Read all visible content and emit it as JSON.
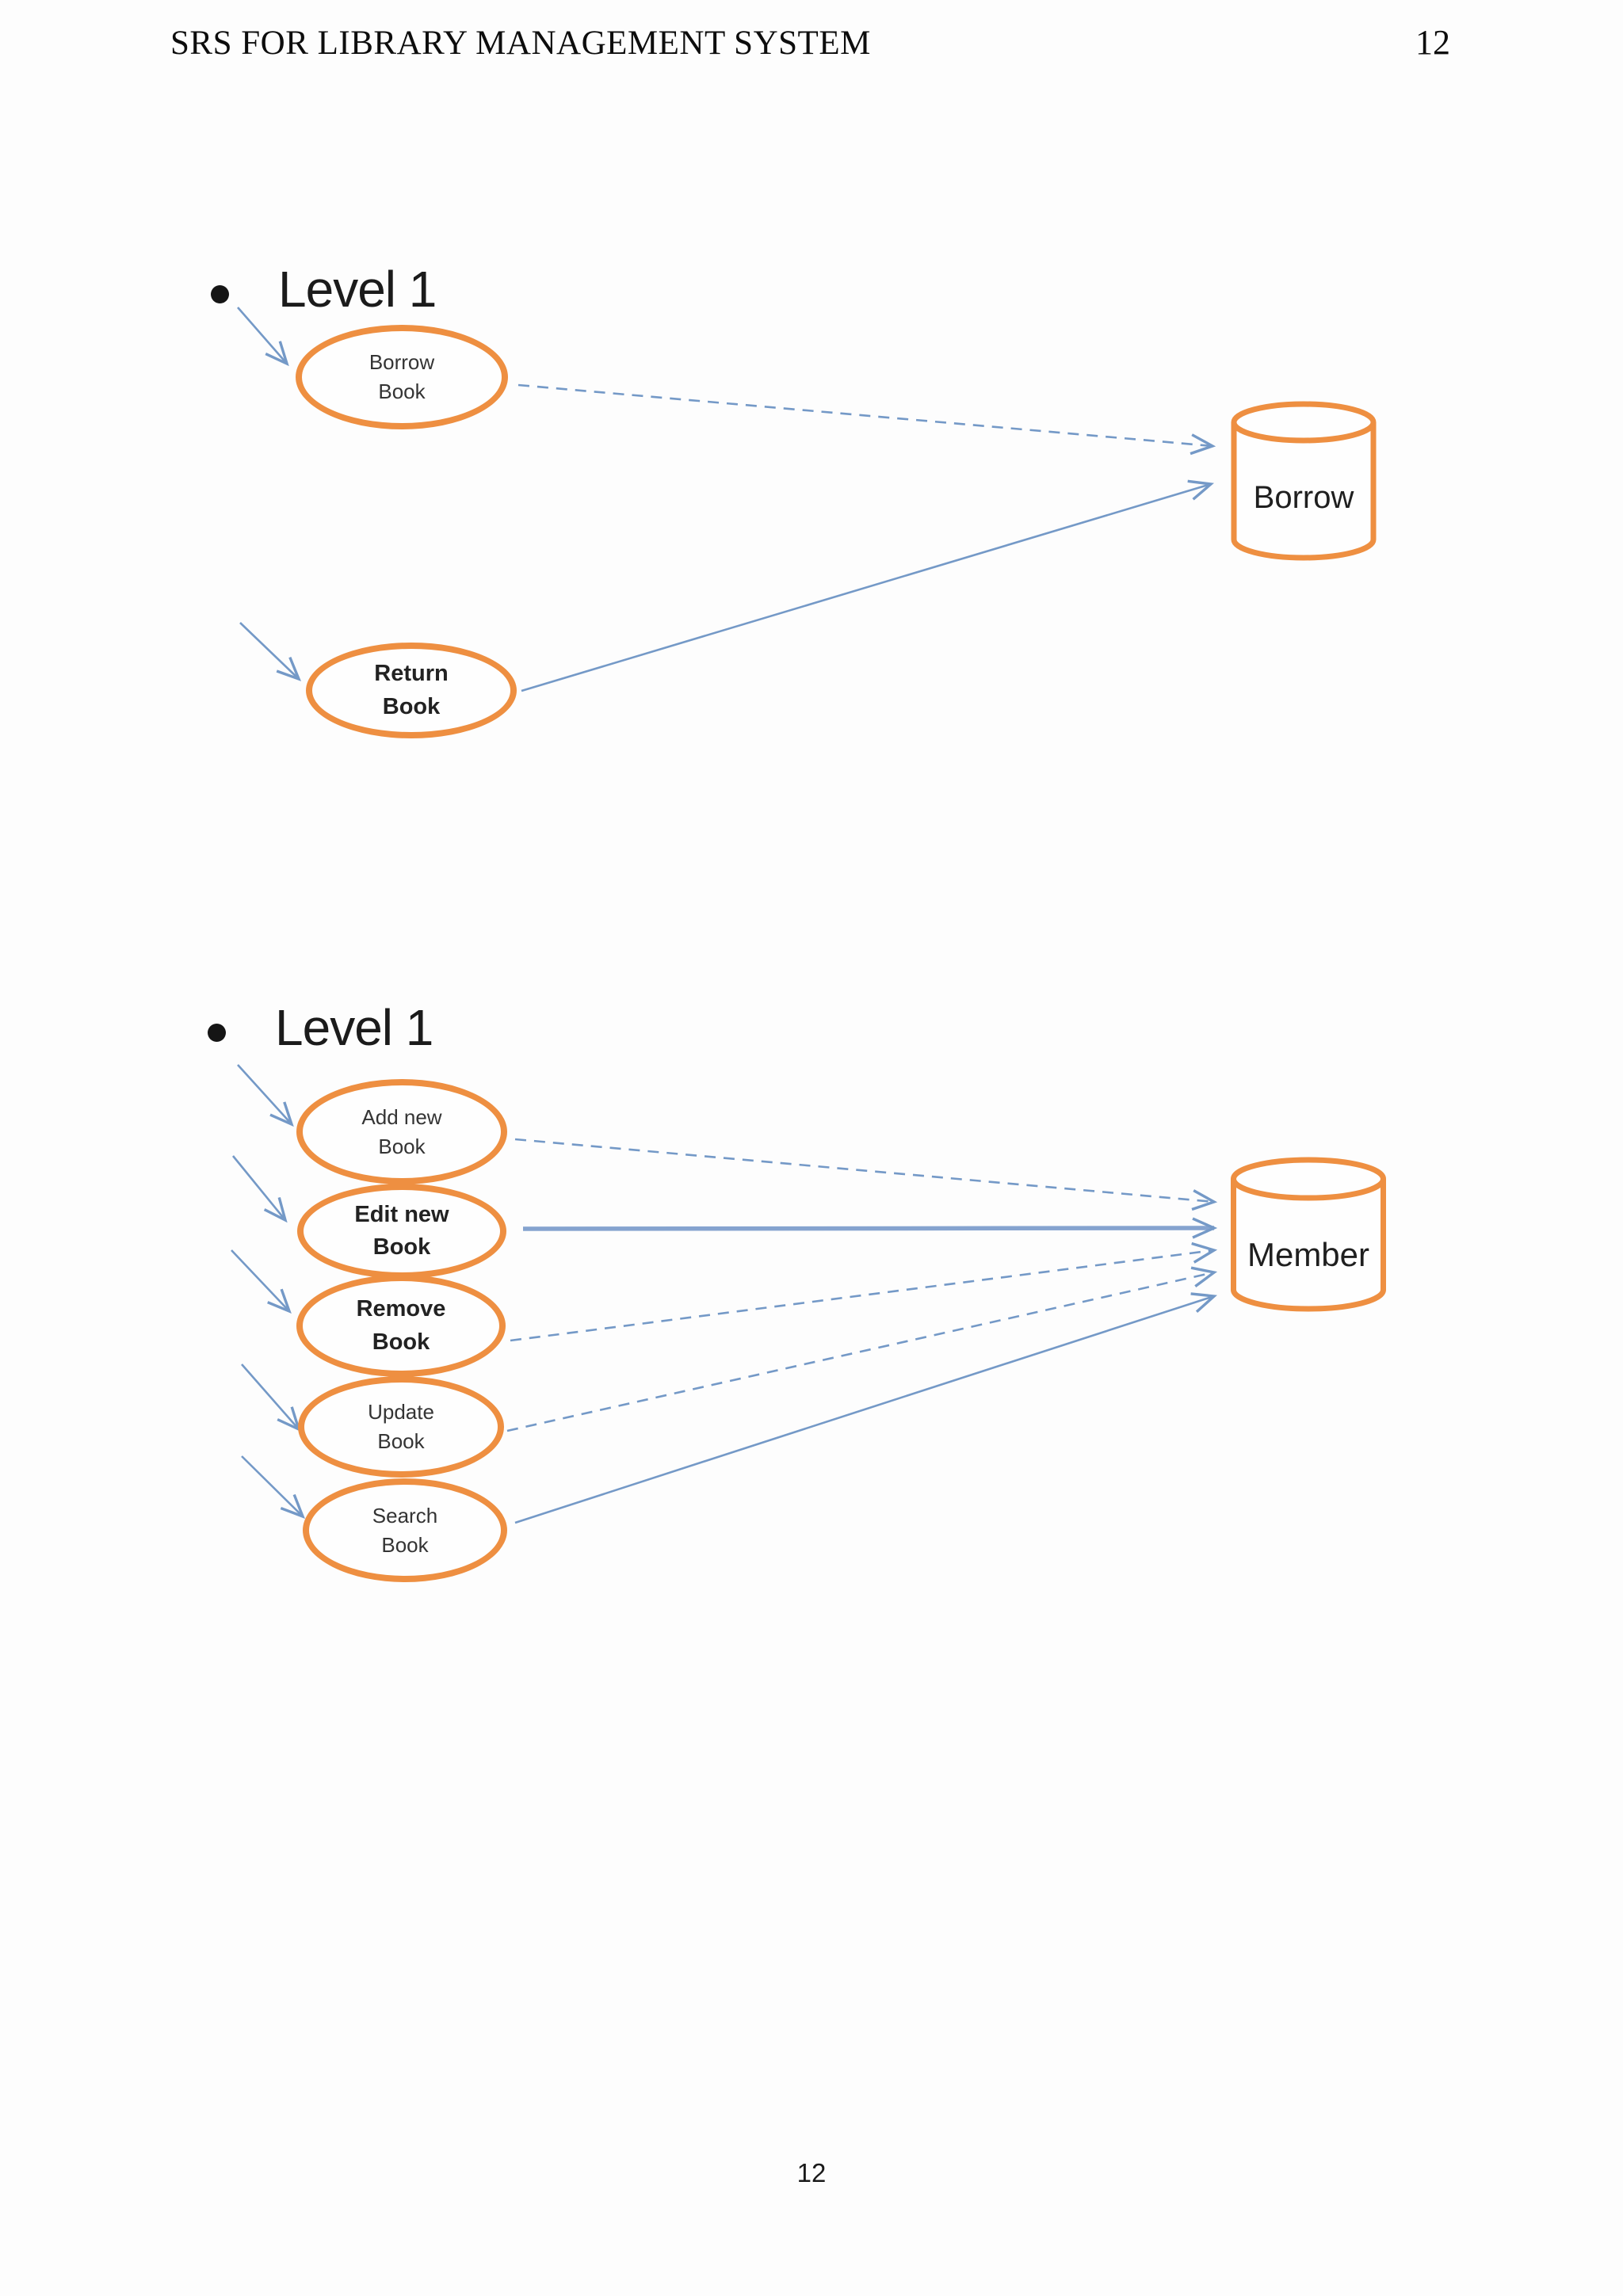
{
  "header": {
    "title": "SRS FOR LIBRARY MANAGEMENT SYSTEM",
    "page_number": "12"
  },
  "footer": {
    "page_number": "12"
  },
  "diagram1": {
    "heading": "Level 1",
    "nodes": {
      "borrow_book": {
        "line1": "Borrow",
        "line2": "Book"
      },
      "return_book": {
        "line1": "Return",
        "line2": "Book"
      },
      "borrow_store": {
        "label": "Borrow"
      }
    }
  },
  "diagram2": {
    "heading": "Level 1",
    "nodes": {
      "add_new_book": {
        "line1": "Add new",
        "line2": "Book"
      },
      "edit_new_book": {
        "line1": "Edit new",
        "line2": "Book"
      },
      "remove_book": {
        "line1": "Remove",
        "line2": "Book"
      },
      "update_book": {
        "line1": "Update",
        "line2": "Book"
      },
      "search_book": {
        "line1": "Search",
        "line2": "Book"
      },
      "member_store": {
        "label": "Member"
      }
    }
  },
  "colors": {
    "shape_stroke": "#EE8F41",
    "connector": "#7499C7",
    "text": "#1f1f1f"
  }
}
